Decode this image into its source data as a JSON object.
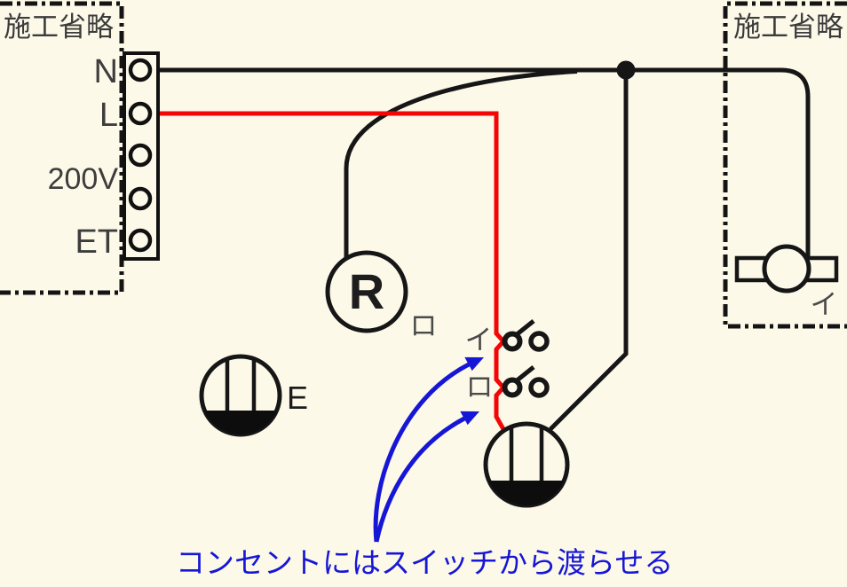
{
  "omission_boxes": {
    "left_label": "施工省略",
    "right_label": "施工省略"
  },
  "terminal_block": {
    "labels": {
      "n": "N",
      "l": "L",
      "v200": "200V",
      "et": "ET"
    },
    "terminal_count": 5
  },
  "devices": {
    "lamp_r": {
      "letter": "R",
      "circuit": "ロ"
    },
    "switch_top": {
      "circuit": "イ"
    },
    "switch_bottom": {
      "circuit": "ロ"
    },
    "outlet_earth": {
      "letter": "E"
    },
    "outlet_switched": {},
    "ceiling_light_right": {
      "circuit": "イ"
    }
  },
  "annotation": {
    "text": "コンセントにはスイッチから渡らせる"
  },
  "colors": {
    "background": "#fdf9e9",
    "wire_black": "#161616",
    "wire_red": "#f40606",
    "annotation_blue": "#1616d6",
    "label_gray": "#4a4a4a",
    "text_dark": "#3b3b3b"
  }
}
